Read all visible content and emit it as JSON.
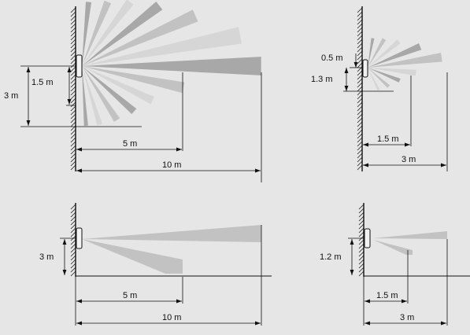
{
  "panels": [
    {
      "id": "top-left",
      "labels": {
        "height_total": "3 m",
        "height_mount": "1.5 m",
        "range_short": "5 m",
        "range_long": "10 m"
      }
    },
    {
      "id": "top-right",
      "labels": {
        "height_upper": "0.5 m",
        "height_lower": "1.3 m",
        "range_short": "1.5 m",
        "range_long": "3 m"
      }
    },
    {
      "id": "bottom-left",
      "labels": {
        "height": "3 m",
        "range_short": "5 m",
        "range_long": "10 m"
      }
    },
    {
      "id": "bottom-right",
      "labels": {
        "height": "1.2 m",
        "range_short": "1.5 m",
        "range_long": "3 m"
      }
    }
  ]
}
